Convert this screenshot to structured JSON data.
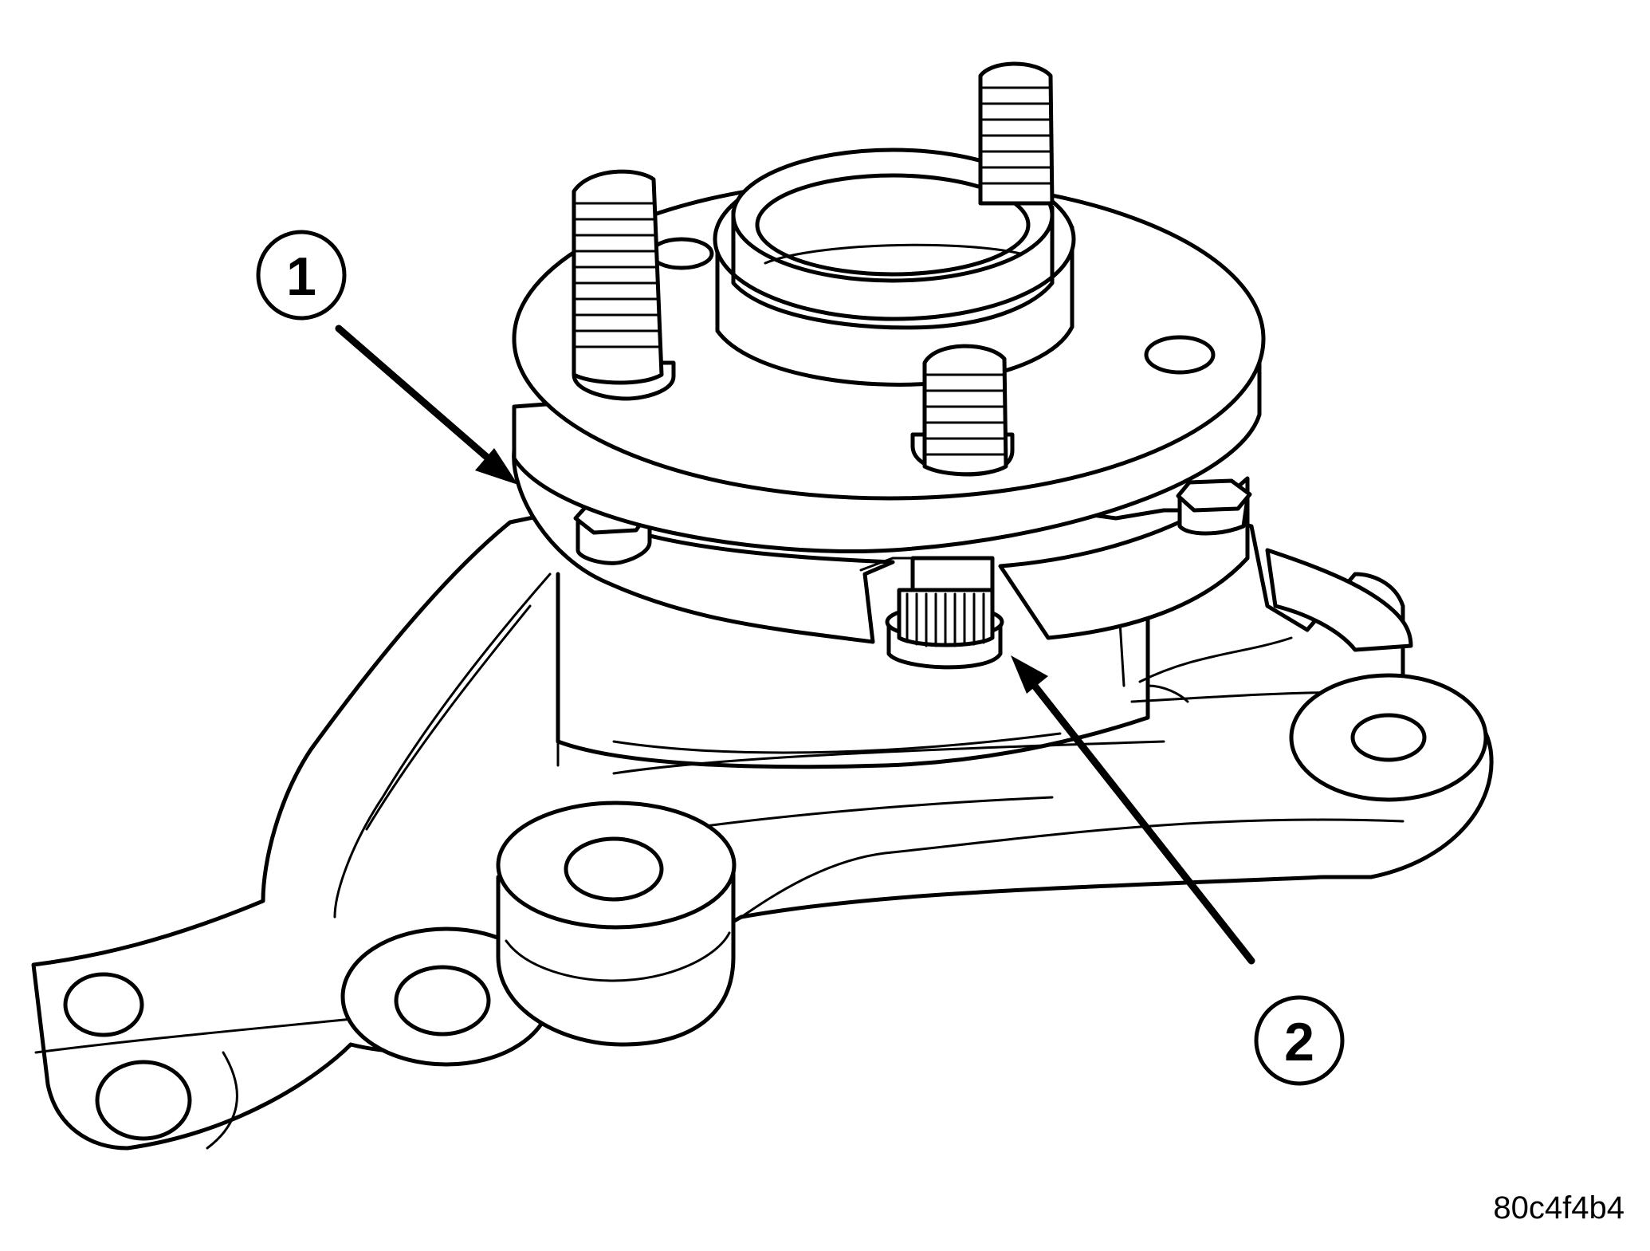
{
  "figure": {
    "figure_id": "80c4f4b4",
    "callouts": [
      {
        "number": "1"
      },
      {
        "number": "2"
      }
    ]
  }
}
